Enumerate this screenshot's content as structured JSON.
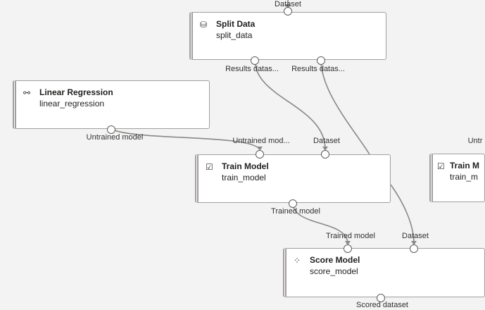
{
  "edge_color": "#8a8886",
  "nodes": {
    "split": {
      "title": "Split Data",
      "name": "split_data",
      "icon": "split-data-icon",
      "in": [
        "Dataset"
      ],
      "out": [
        "Results datas...",
        "Results datas..."
      ]
    },
    "linreg": {
      "title": "Linear Regression",
      "name": "linear_regression",
      "icon": "regression-icon",
      "out": [
        "Untrained model"
      ]
    },
    "train": {
      "title": "Train Model",
      "name": "train_model",
      "icon": "train-model-icon",
      "in": [
        "Untrained mod...",
        "Dataset"
      ],
      "out": [
        "Trained model"
      ]
    },
    "train2": {
      "title": "Train M",
      "name": "train_m",
      "icon": "train-model-icon",
      "in": [
        "Untr"
      ]
    },
    "score": {
      "title": "Score Model",
      "name": "score_model",
      "icon": "score-model-icon",
      "in": [
        "Trained model",
        "Dataset"
      ],
      "out": [
        "Scored dataset"
      ]
    }
  }
}
